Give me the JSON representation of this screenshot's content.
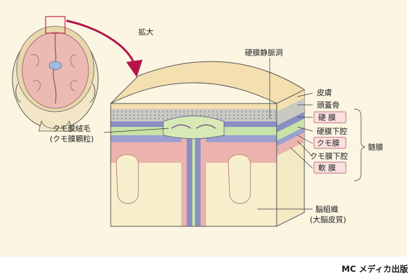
{
  "labels": {
    "zoom": "拡大",
    "dural_sinus": "硬膜静脈洞",
    "skin": "皮膚",
    "skull": "頭蓋骨",
    "dura": "硬 膜",
    "subdural": "硬膜下腔",
    "arachnoid": "クモ膜",
    "subarachnoid": "クモ膜下腔",
    "pia": "軟 膜",
    "meninges": "髄膜",
    "villi_line1": "クモ膜絨毛",
    "villi_line2": "(クモ膜顆粒)",
    "brain_line1": "脳組織",
    "brain_line2": "(大脳皮質)"
  },
  "footer": {
    "publisher": "MC メディカ出版"
  },
  "colors": {
    "background": "#fbf5e2",
    "skin": "#f4dfb0",
    "skull": "#c9c9c4",
    "dura": "#8b8fc4",
    "arachnoid": "#c7e3a8",
    "cortex": "#ebb2ae",
    "white_matter": "#f7efcc",
    "label_box": "#fbe0e0",
    "label_box_border": "#c2707a",
    "pointer_arrow": "#b3134a"
  }
}
